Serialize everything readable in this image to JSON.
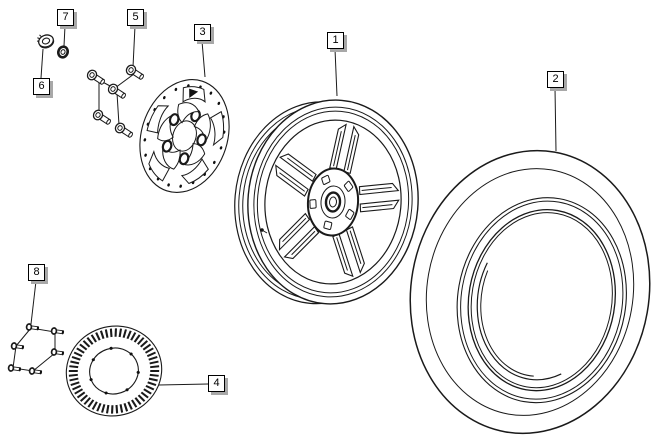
{
  "diagram": {
    "type": "exploded-parts-diagram",
    "subject": "wheel assembly: rim, tire, brake disc, tone ring and fasteners",
    "background_color": "#ffffff",
    "line_color": "#1a1a1a",
    "callout_style": {
      "face": "#ffffff",
      "border": "#000000",
      "shadow": "#a8a8a8"
    },
    "callouts": [
      {
        "number": "1",
        "part": "wheel-rim"
      },
      {
        "number": "2",
        "part": "tire"
      },
      {
        "number": "3",
        "part": "brake-disc"
      },
      {
        "number": "4",
        "part": "tone-ring"
      },
      {
        "number": "5",
        "part": "disc-mounting-bolts"
      },
      {
        "number": "6",
        "part": "flanged-nut"
      },
      {
        "number": "7",
        "part": "washer"
      },
      {
        "number": "8",
        "part": "tone-ring-screws"
      }
    ]
  }
}
